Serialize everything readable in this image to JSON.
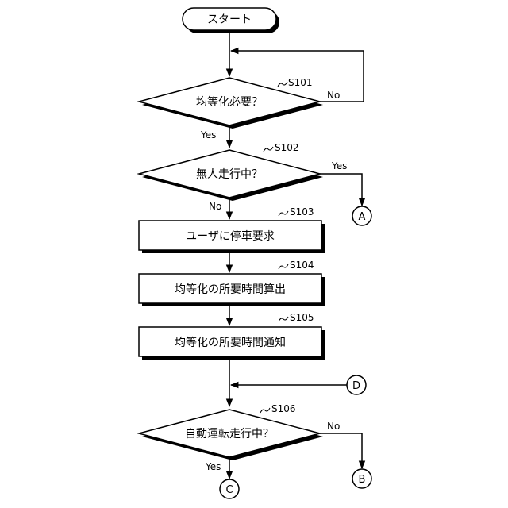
{
  "flowchart": {
    "start": "スタート",
    "steps": {
      "s101": {
        "id": "S101",
        "text": "均等化必要？",
        "yes": "Yes",
        "no": "No"
      },
      "s102": {
        "id": "S102",
        "text": "無人走行中？",
        "yes": "Yes",
        "no": "No"
      },
      "s103": {
        "id": "S103",
        "text": "ユーザに停車要求"
      },
      "s104": {
        "id": "S104",
        "text": "均等化の所要時間算出"
      },
      "s105": {
        "id": "S105",
        "text": "均等化の所要時間通知"
      },
      "s106": {
        "id": "S106",
        "text": "自動運転走行中？",
        "yes": "Yes",
        "no": "No"
      }
    },
    "connectors": {
      "a": "A",
      "b": "B",
      "c": "C",
      "d": "D"
    }
  }
}
